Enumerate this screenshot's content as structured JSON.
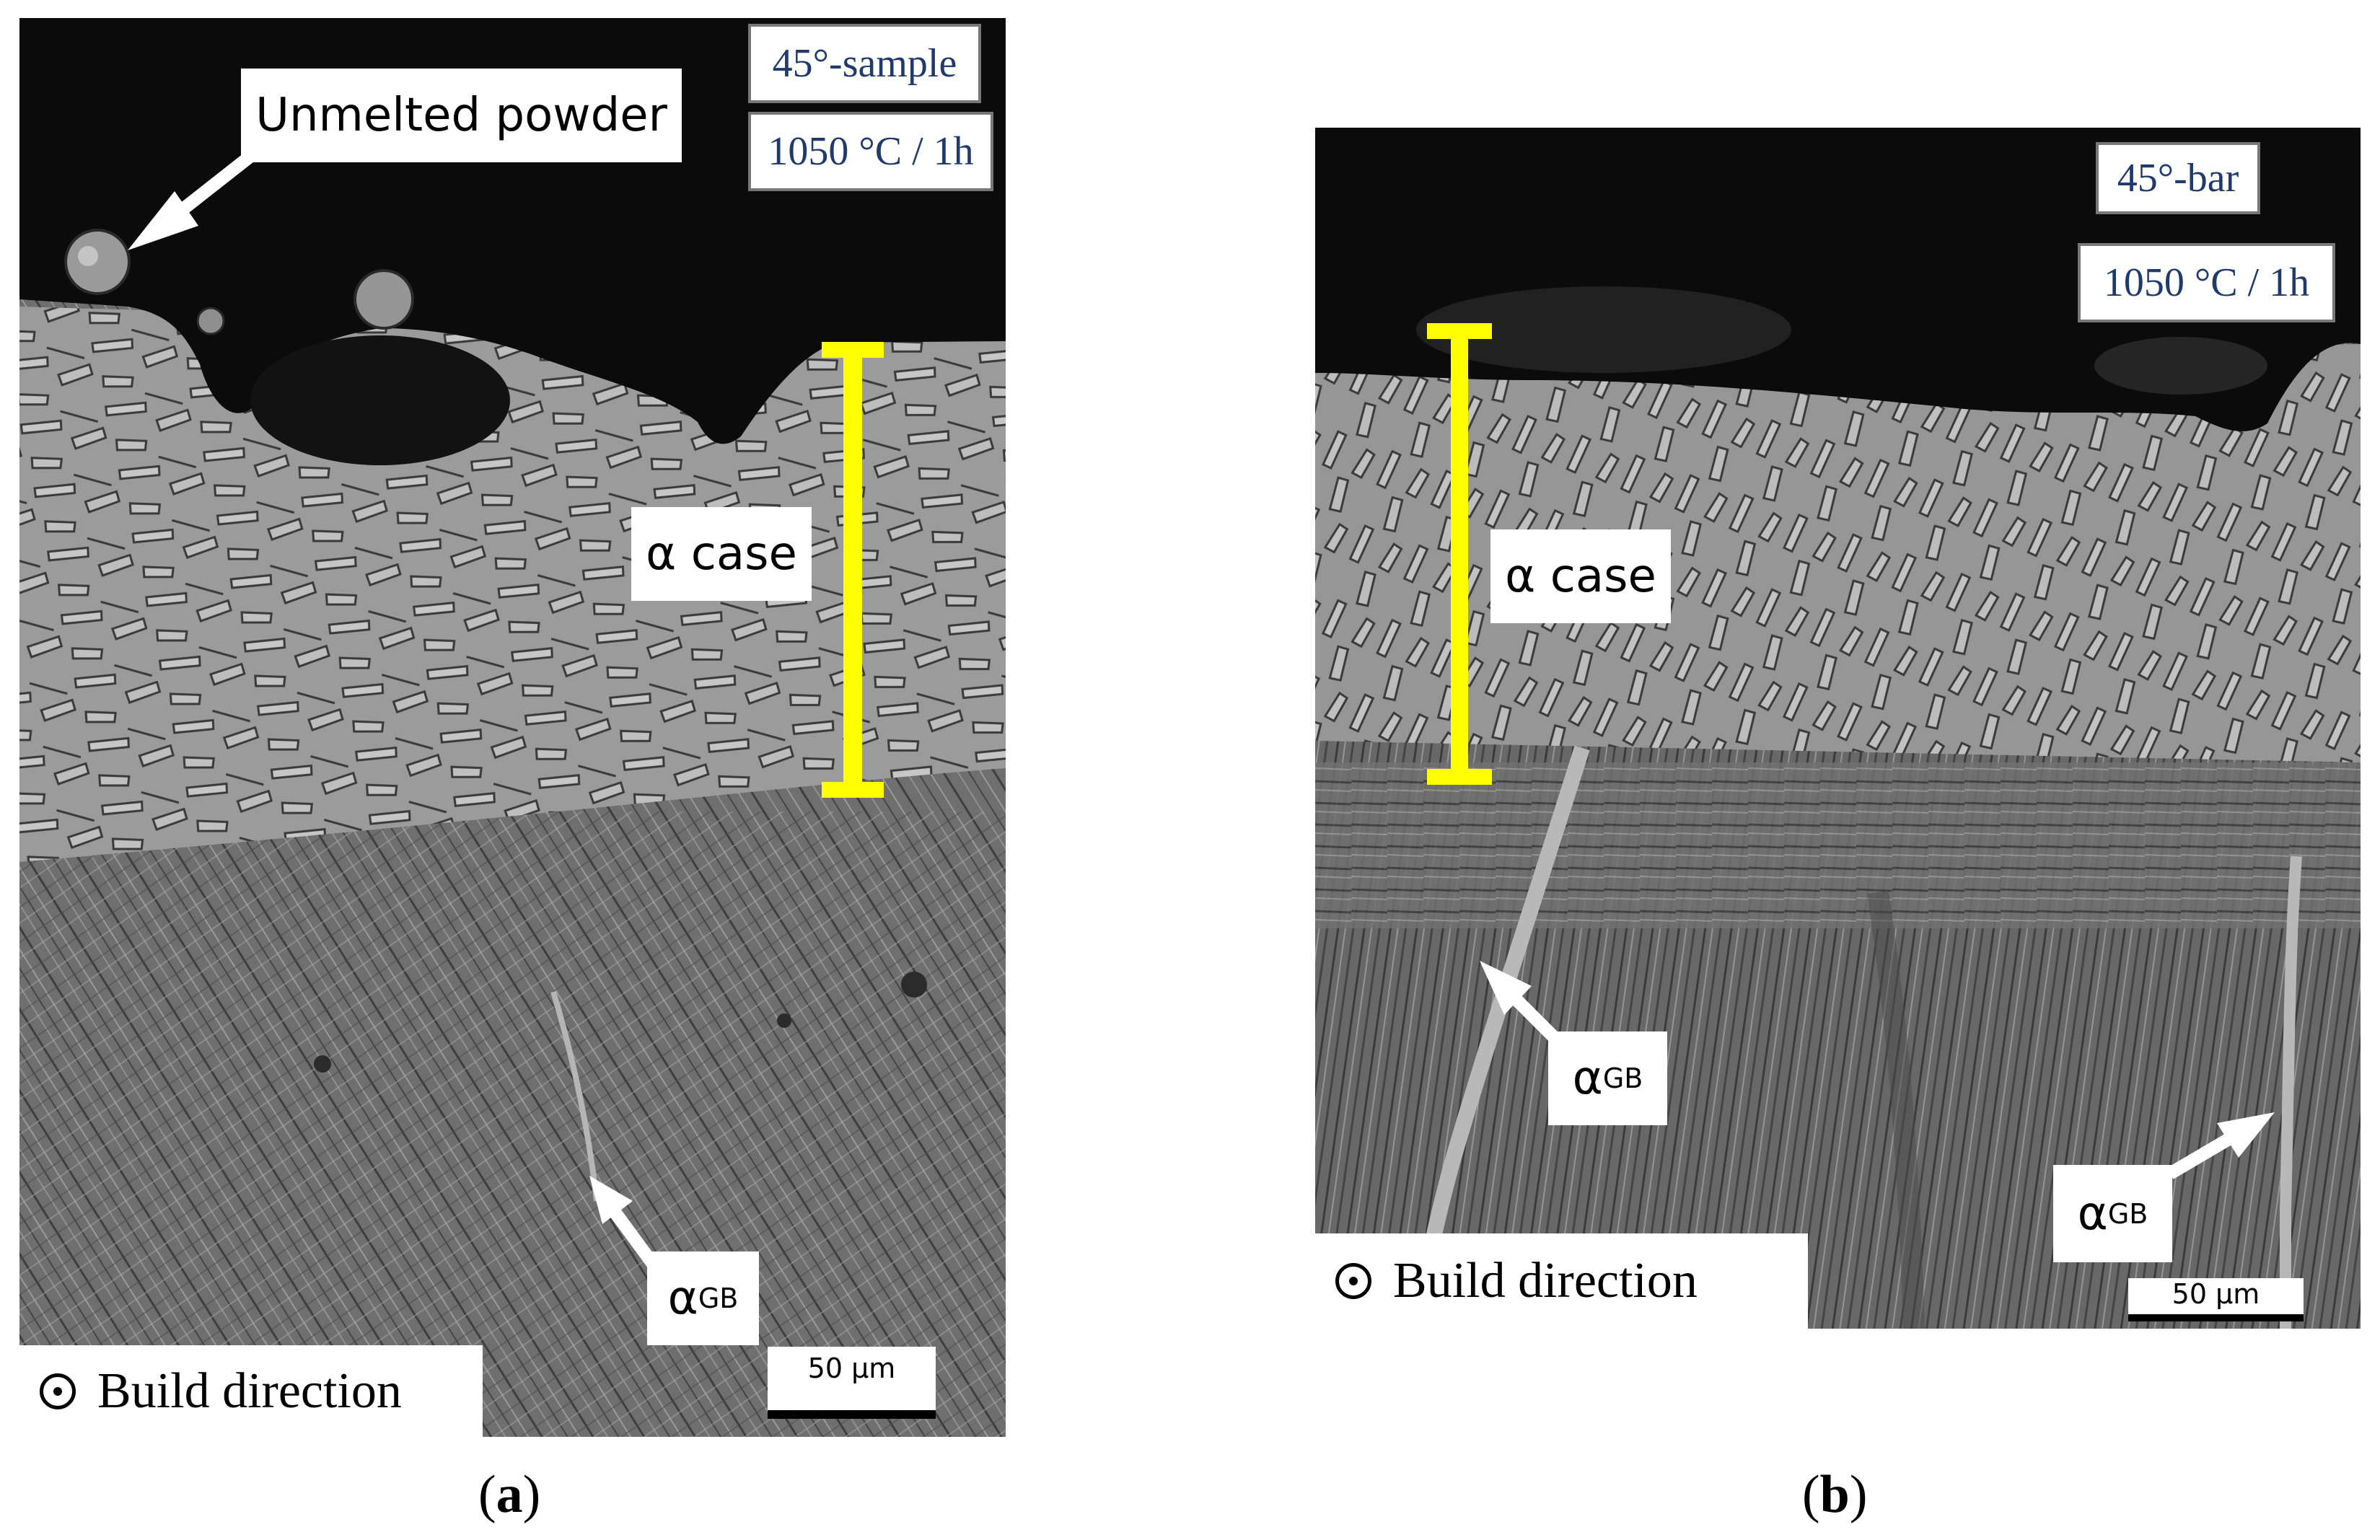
{
  "panel_a": {
    "sample_label": "45°-sample",
    "condition": "1050 °C / 1h",
    "unmelted_label": "Unmelted powder",
    "alpha_case_label": "α case",
    "alpha_gb_base": "α",
    "alpha_gb_sub": "GB",
    "build_direction": "Build direction",
    "scale_bar": "50 µm",
    "caption_letter": "a"
  },
  "panel_b": {
    "sample_label": "45°-bar",
    "condition": "1050 °C / 1h",
    "alpha_case_label": "α case",
    "alpha_gb_base": "α",
    "alpha_gb_sub": "GB",
    "alpha_gb2_base": "α",
    "alpha_gb2_sub": "GB",
    "build_direction": "Build direction",
    "scale_bar": "50 µm",
    "caption_letter": "b"
  },
  "colors": {
    "marker": "#ffff00",
    "label_text": "#1f3a6b",
    "background_dark": "#0b0b0b"
  },
  "icons": {
    "build_direction": "circled-dot-icon",
    "pointer": "white-arrow-icon"
  }
}
